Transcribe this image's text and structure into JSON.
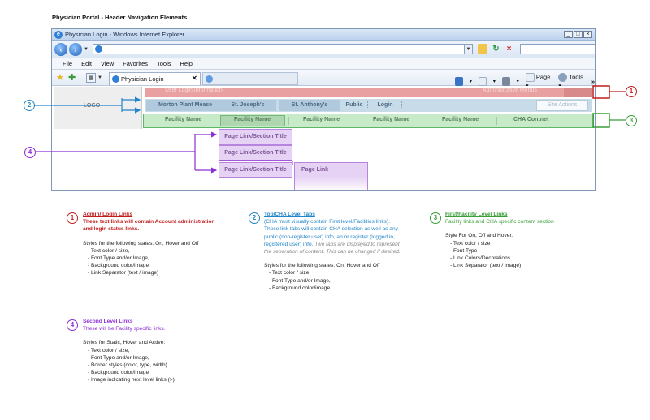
{
  "page_title": "Physician Portal - Header Navigation Elements",
  "browser": {
    "window_title": "Physician Login - Windows Internet Explorer",
    "menu": [
      "File",
      "Edit",
      "View",
      "Favorites",
      "Tools",
      "Help"
    ],
    "tab_label": "Physician Login",
    "tools": {
      "page": "Page",
      "tools": "Tools"
    }
  },
  "header": {
    "logo": "LOGO",
    "admin_bar": {
      "left": "User Login Information",
      "right": "Administrative Menus"
    },
    "top_tabs": [
      "Morton Plant Mease",
      "St. Joseph's",
      "St. Anthony's",
      "Public",
      "Login"
    ],
    "site_actions": "Site Actions",
    "facility_links": [
      "Facility Name",
      "Facility Name",
      "Facility Name",
      "Facility Name",
      "Facility Name",
      "CHA Contnet"
    ],
    "second_level": [
      "Page Link/Section Title",
      "Page Link/Section Title",
      "Page Link/Section Title"
    ],
    "third_level": "Page Link"
  },
  "callouts": [
    "1",
    "2",
    "3",
    "4"
  ],
  "notes": {
    "n1": {
      "num": "1",
      "title": "Admin/ Login Links",
      "desc": "These text links will contain Account administration and login status links.",
      "states_prefix": "Styles for the following states: ",
      "states": [
        "On",
        "Hover",
        "Off"
      ],
      "items": [
        "Text color / size,",
        "Font Type and/or Image,",
        "Background color/image",
        "Link Separator (text / image)"
      ]
    },
    "n2": {
      "num": "2",
      "title": "Top/CHA Level Tabs",
      "desc": "(CHA must visually contain First level/Facilities links). These link tabs will contain CHA selection as well as any public (non-register user) info, an or register (logged in, registered user) info.",
      "desc_italic": "Two tabs are displayed to represent the separation of content. This can be changed if desired.",
      "states_prefix": "Styles for the following states: ",
      "states": [
        "On",
        "Hover",
        "Off"
      ],
      "items": [
        "Text color / size,",
        "Font Type and/or Image,",
        "Background color/image"
      ]
    },
    "n3": {
      "num": "3",
      "title": "First/Facility Level Links",
      "desc": "Facility links and CHA specific content section",
      "states_prefix": "Style For ",
      "states": [
        "On",
        "Off",
        "Hover"
      ],
      "items": [
        "Text color / size",
        "Font Type",
        "Link Colors/Decorations",
        "Link Separator (text / image)"
      ]
    },
    "n4": {
      "num": "4",
      "title": "Second Level Links",
      "desc": "These will be Facility specific links.",
      "states_prefix": "Styles for ",
      "states": [
        "Static",
        "Hover",
        "Active"
      ],
      "items": [
        "Text color / size,",
        "Font Type and/or Image,",
        "Border styles (color, type, width)",
        "Background color/image",
        "Image indicating next level links (>)"
      ]
    }
  }
}
